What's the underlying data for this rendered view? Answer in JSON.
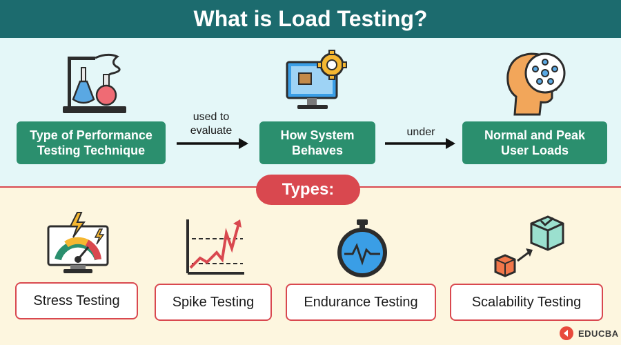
{
  "header": {
    "title": "What is Load Testing?"
  },
  "definition": {
    "box1": "Type of Performance\nTesting Technique",
    "connector1": "used to\nevaluate",
    "box2": "How System\nBehaves",
    "connector2": "under",
    "box3": "Normal and Peak\nUser Loads"
  },
  "types": {
    "label": "Types:",
    "items": [
      "Stress Testing",
      "Spike Testing",
      "Endurance Testing",
      "Scalability Testing"
    ]
  },
  "icons": [
    "lab-flask-icon",
    "computer-gear-icon",
    "head-brain-icon",
    "stress-monitor-icon",
    "spike-chart-icon",
    "stopwatch-icon",
    "scalability-cubes-icon"
  ],
  "colors": {
    "header": "#1c6b6e",
    "green": "#2b8f6e",
    "accent": "#d9484f",
    "top_bg": "#e4f7f8",
    "bottom_bg": "#fdf6df"
  },
  "brand": {
    "name": "EDUCBA"
  }
}
